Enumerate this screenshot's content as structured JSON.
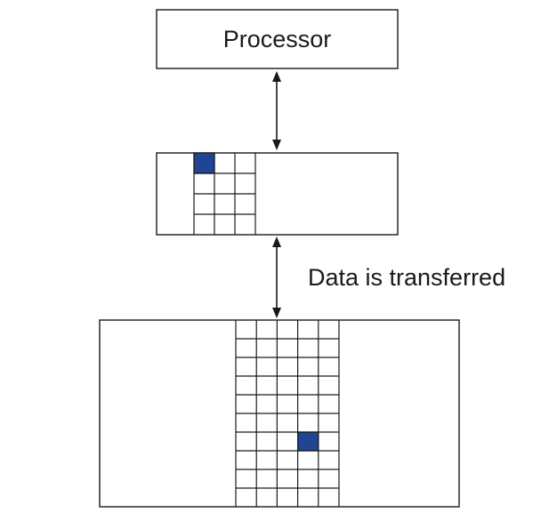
{
  "processor": {
    "label": "Processor"
  },
  "transfer": {
    "label": "Data is transferred"
  },
  "cache": {
    "columns": 3,
    "rows": 4,
    "highlight": {
      "row": 0,
      "col": 0
    }
  },
  "memory": {
    "columns": 5,
    "rows": 10,
    "highlight": {
      "row": 6,
      "col": 3
    }
  },
  "colors": {
    "highlight": "#1f4594",
    "stroke": "#1a1a1a"
  }
}
